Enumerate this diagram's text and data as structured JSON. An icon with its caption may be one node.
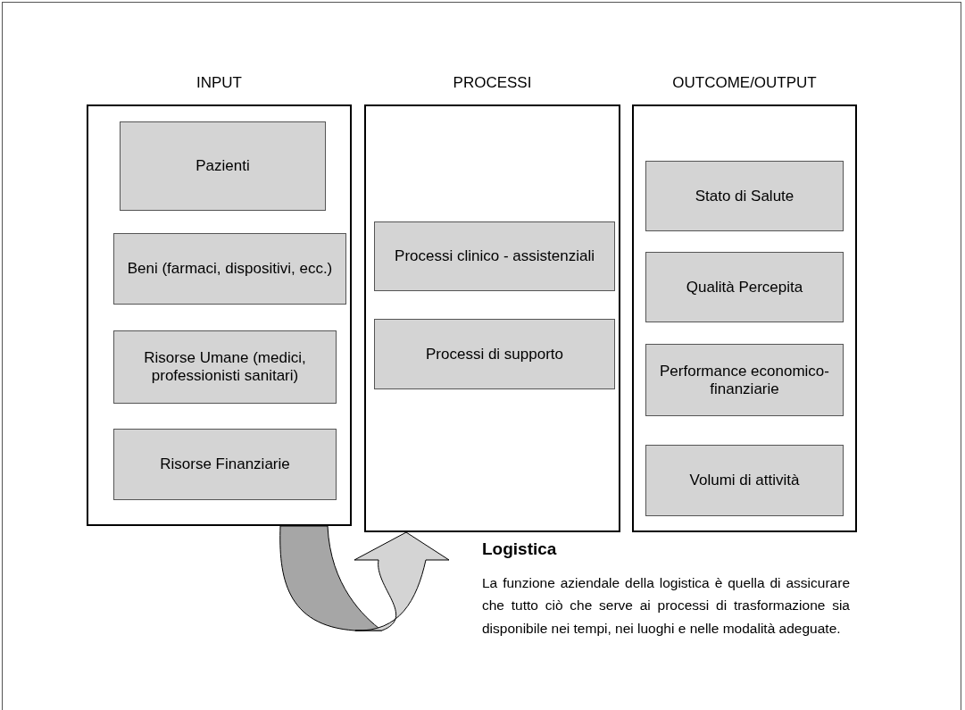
{
  "diagram": {
    "nodes": [
      {
        "text": [
          "INPUT"
        ]
      },
      {
        "text": [
          "Pazienti"
        ],
        "in": 0
      },
      {
        "text": [
          "Beni (farmaci, dispositivi, ecc.)"
        ],
        "in": 0
      },
      {
        "text": [
          "Risorse Umane (medici, professionisti sanitari)"
        ],
        "in": 0
      },
      {
        "text": [
          "Risorse Finanziarie"
        ],
        "in": 0
      },
      {
        "text": [
          "PROCESSI"
        ]
      },
      {
        "text": [
          "Processi clinico - assistenziali"
        ],
        "in": 5
      },
      {
        "text": [
          "Processi di supporto"
        ],
        "in": 5
      },
      {
        "text": [
          "OUTCOME/OUTPUT"
        ]
      },
      {
        "text": [
          "Stato di Salute"
        ],
        "in": 8
      },
      {
        "text": [
          "Qualità Percepita"
        ],
        "in": 8
      },
      {
        "text": [
          "Performance economico-finanziarie"
        ],
        "in": 8
      },
      {
        "text": [
          "Volumi di attività"
        ],
        "in": 8
      }
    ],
    "edges": [
      {
        "from": 0,
        "to": 5,
        "arrow": "to"
      }
    ],
    "labels": [
      "Logistica",
      "La funzione aziendale della logistica è quella di assicurare che tutto ciò che serve ai processi di trasformazione sia disponibile nei tempi, nei luoghi e nelle modalità adeguate."
    ]
  }
}
